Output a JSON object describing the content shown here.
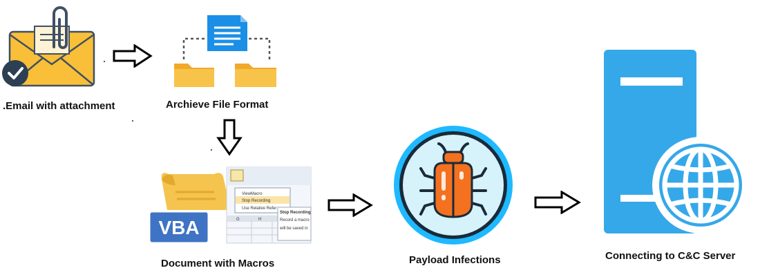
{
  "nodes": {
    "email": {
      "label": ".Email with attachment"
    },
    "archive": {
      "label": "Archieve File Format"
    },
    "document": {
      "label": "Document with Macros",
      "badge": "VBA",
      "menu_items": [
        "ViewMacro",
        "Stop Recording",
        "Use Relative Refer"
      ],
      "tooltip_title": "Stop Recording",
      "tooltip_line1": "Record a macro",
      "tooltip_line2": "will be saved in",
      "col_headers": [
        "G",
        "H"
      ]
    },
    "payload": {
      "label": "Payload Infections"
    },
    "server": {
      "label": "Connecting to C&C Server"
    }
  },
  "colors": {
    "envelope": "#f9bf38",
    "envelope_dark": "#d98f1c",
    "clip": "#3f5063",
    "check_badge": "#2d3f53",
    "folder": "#f8c34b",
    "folder_tab": "#f0a929",
    "doc_blue": "#1b8fe6",
    "vba_blue": "#3f73c4",
    "scroll": "#f4c44e",
    "bug_ring": "#1eb9ff",
    "bug_bg": "#d6f2fb",
    "bug_body": "#f3711f",
    "bug_line": "#1a2a3a",
    "server_blue": "#35a8e9"
  }
}
